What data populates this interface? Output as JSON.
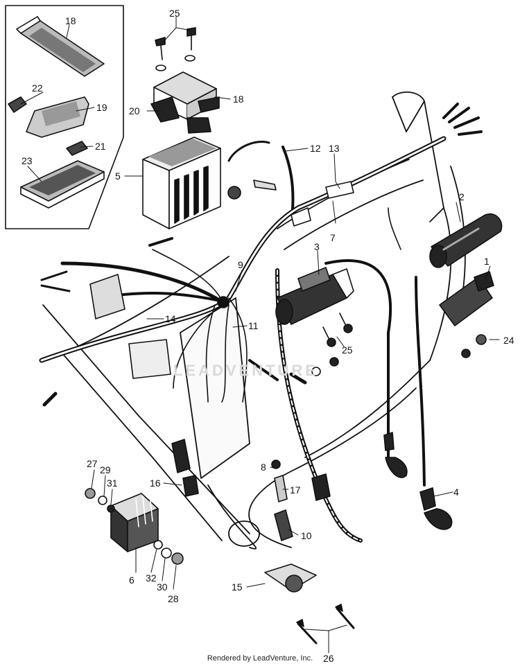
{
  "callouts": {
    "c1": "1",
    "c2": "2",
    "c3": "3",
    "c4": "4",
    "c5": "5",
    "c6": "6",
    "c7": "7",
    "c8": "8",
    "c9": "9",
    "c10": "10",
    "c11": "11",
    "c12": "12",
    "c13": "13",
    "c14": "14",
    "c15": "15",
    "c16": "16",
    "c17": "17",
    "c18a": "18",
    "c18b": "18",
    "c19": "19",
    "c20": "20",
    "c21": "21",
    "c22": "22",
    "c23": "23",
    "c24": "24",
    "c25a": "25",
    "c25b": "25",
    "c26": "26",
    "c27": "27",
    "c28": "28",
    "c29": "29",
    "c30": "30",
    "c31": "31",
    "c32": "32"
  },
  "watermark": "LEADVENTURE",
  "footer": "Rendered by LeadVenture, Inc."
}
